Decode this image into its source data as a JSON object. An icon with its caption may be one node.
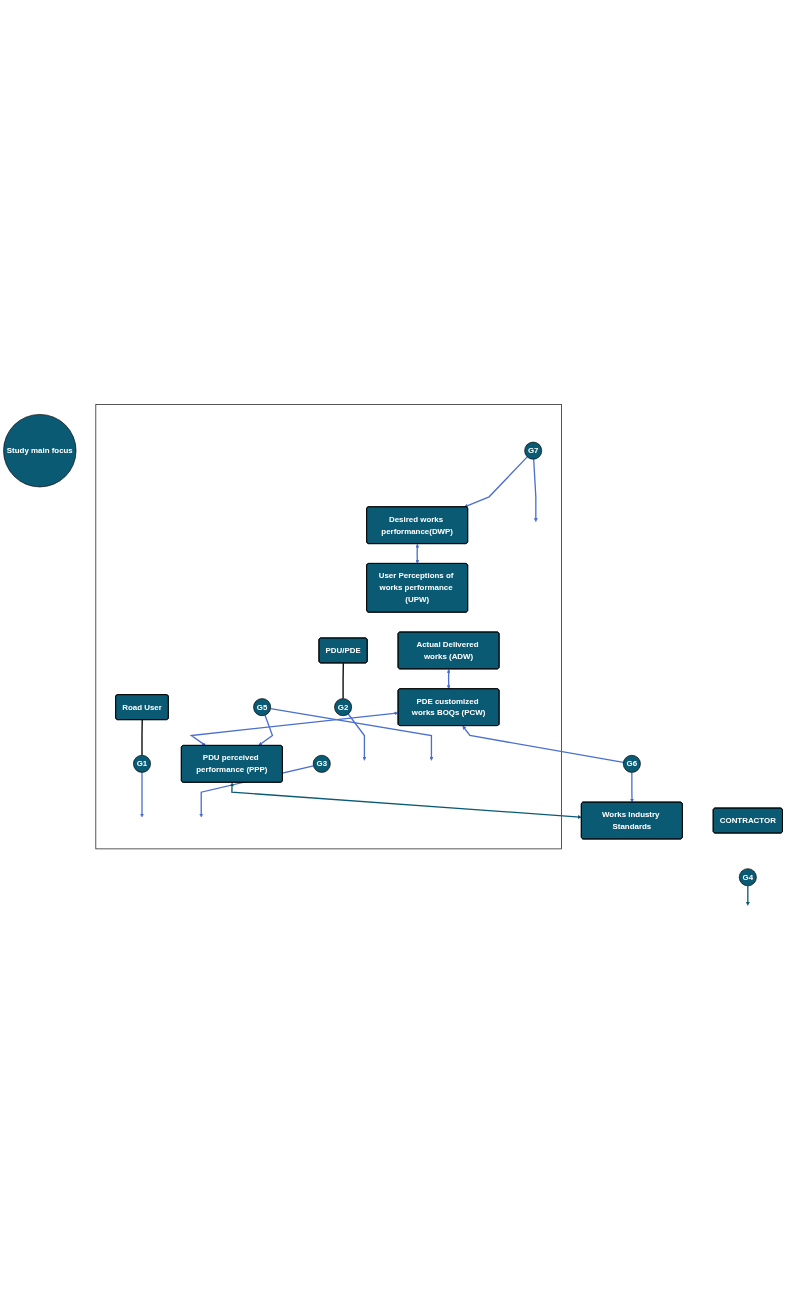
{
  "diagram": {
    "nodes": [
      {
        "text": [
          "Study main focus"
        ]
      },
      {
        "text": [],
        "shape": "box"
      },
      {
        "text": [
          "Road User"
        ],
        "in": 1
      },
      {
        "text": [
          "Desired works performance(DWP)"
        ],
        "in": 1
      },
      {
        "text": [
          "G1"
        ],
        "in": 1
      },
      {
        "text": [
          "G7"
        ],
        "in": 1
      },
      {
        "text": [
          "User Perceptions of works performance (UPW)"
        ],
        "in": 1
      },
      {
        "text": [
          "Actual Delivered works (ADW)"
        ],
        "in": 1
      },
      {
        "text": [
          "PDU/PDE"
        ],
        "in": 1
      },
      {
        "text": [
          "G2"
        ],
        "in": 1
      },
      {
        "text": [
          "G5"
        ],
        "in": 1
      },
      {
        "text": [
          "PDE customized works BOQs (PCW)"
        ],
        "in": 1
      },
      {
        "text": [
          "G3"
        ],
        "in": 1
      },
      {
        "text": [
          "PDU perceived performance (PPP)"
        ],
        "in": 1
      },
      {
        "text": [
          "CONTRACTOR"
        ]
      },
      {
        "text": [
          "G4"
        ]
      },
      {
        "text": [
          "G6"
        ]
      },
      {
        "text": [
          "Works Industry Standards"
        ]
      }
    ],
    "edges": [
      {
        "from": 2,
        "to": 4,
        "arrow": "none",
        "color": "#000000"
      },
      {
        "from": 3,
        "to": 6,
        "arrow": "both"
      },
      {
        "from": 4,
        "to": null,
        "arrow": "to"
      },
      {
        "from": 5,
        "to": 3,
        "arrow": "to"
      },
      {
        "from": 5,
        "to": null,
        "arrow": "to"
      },
      {
        "from": 8,
        "to": 9,
        "arrow": "none",
        "color": "#000000"
      },
      {
        "from": 7,
        "to": 11,
        "arrow": "both"
      },
      {
        "from": 9,
        "to": null,
        "arrow": "to"
      },
      {
        "from": 10,
        "to": null,
        "arrow": "to"
      },
      {
        "from": 10,
        "to": 13,
        "arrow": "to"
      },
      {
        "from": 11,
        "to": 13,
        "arrow": "both"
      },
      {
        "from": 12,
        "to": null,
        "arrow": "to"
      },
      {
        "from": 16,
        "to": 11,
        "arrow": "to"
      },
      {
        "from": 13,
        "to": 17,
        "arrow": "both",
        "color": "#0b5a74"
      },
      {
        "from": 15,
        "to": null,
        "arrow": "to",
        "color": "#0b5a74"
      },
      {
        "from": 16,
        "to": 17,
        "arrow": "to"
      }
    ]
  }
}
